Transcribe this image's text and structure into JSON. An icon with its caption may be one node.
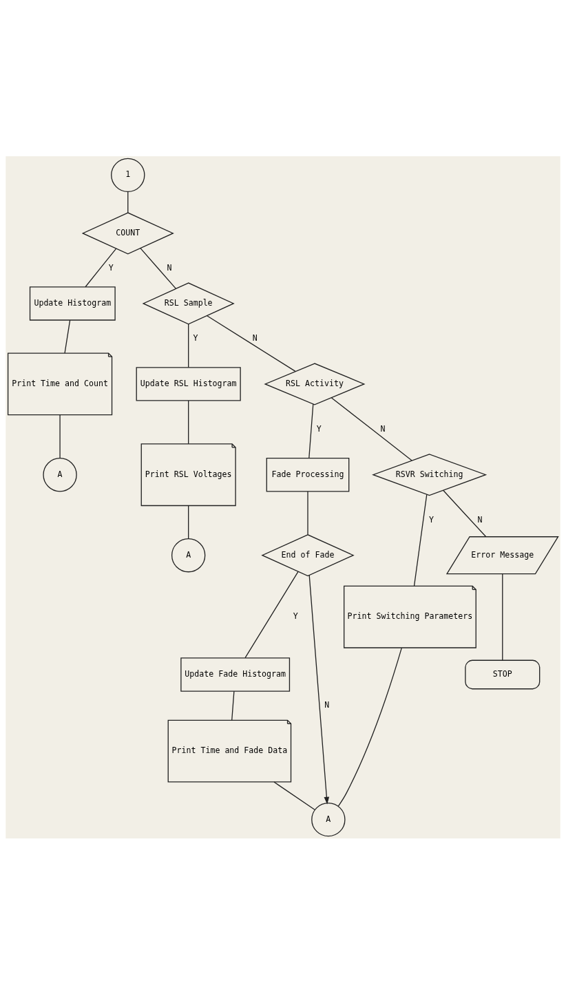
{
  "diagram": {
    "nodes": [
      {
        "text": [
          "1"
        ]
      },
      {
        "text": [
          "COUNT"
        ]
      },
      {
        "text": [
          "Update Histogram"
        ]
      },
      {
        "text": [
          "Print Time and Count"
        ]
      },
      {
        "text": [
          "A"
        ]
      },
      {
        "text": [
          "RSL Sample"
        ]
      },
      {
        "text": [
          "Update RSL Histogram"
        ]
      },
      {
        "text": [
          "Print RSL Voltages"
        ]
      },
      {
        "text": [
          "A"
        ]
      },
      {
        "text": [
          "RSL Activity"
        ]
      },
      {
        "text": [
          "Fade Processing"
        ]
      },
      {
        "text": [
          "End of Fade"
        ]
      },
      {
        "text": [
          "Update Fade Histogram"
        ]
      },
      {
        "text": [
          "Print Time and Fade Data"
        ]
      },
      {
        "text": [
          "RSVR Switching"
        ]
      },
      {
        "text": [
          "Print Switching Parameters"
        ]
      },
      {
        "text": [
          "Error Message"
        ]
      },
      {
        "text": [
          "STOP"
        ]
      },
      {
        "text": [
          "A"
        ]
      }
    ],
    "edges": [
      {
        "from": 0,
        "to": 1,
        "arrow": "none"
      },
      {
        "from": 1,
        "to": 2,
        "arrow": "none",
        "label": "Y"
      },
      {
        "from": 2,
        "to": 3,
        "arrow": "none"
      },
      {
        "from": 3,
        "to": 4,
        "arrow": "none"
      },
      {
        "from": 1,
        "to": 5,
        "arrow": "none",
        "label": "N"
      },
      {
        "from": 5,
        "to": 6,
        "arrow": "none",
        "label": "Y"
      },
      {
        "from": 6,
        "to": 7,
        "arrow": "none"
      },
      {
        "from": 7,
        "to": 8,
        "arrow": "none"
      },
      {
        "from": 5,
        "to": 9,
        "arrow": "none",
        "label": "N"
      },
      {
        "from": 9,
        "to": 10,
        "arrow": "none",
        "label": "Y"
      },
      {
        "from": 9,
        "to": 14,
        "arrow": "none",
        "label": "N"
      },
      {
        "from": 10,
        "to": 11,
        "arrow": "none"
      },
      {
        "from": 11,
        "to": 18,
        "arrow": "to",
        "label": "N"
      },
      {
        "from": 11,
        "to": 12,
        "arrow": "none",
        "label": "Y"
      },
      {
        "from": 12,
        "to": 13,
        "arrow": "none"
      },
      {
        "from": 13,
        "to": 18,
        "arrow": "none"
      },
      {
        "from": 14,
        "to": 16,
        "arrow": "none",
        "label": "N"
      },
      {
        "from": 16,
        "to": 17,
        "arrow": "none"
      },
      {
        "from": 14,
        "to": 15,
        "arrow": "none",
        "label": "Y"
      },
      {
        "from": 15,
        "to": 18,
        "arrow": "none"
      }
    ]
  }
}
